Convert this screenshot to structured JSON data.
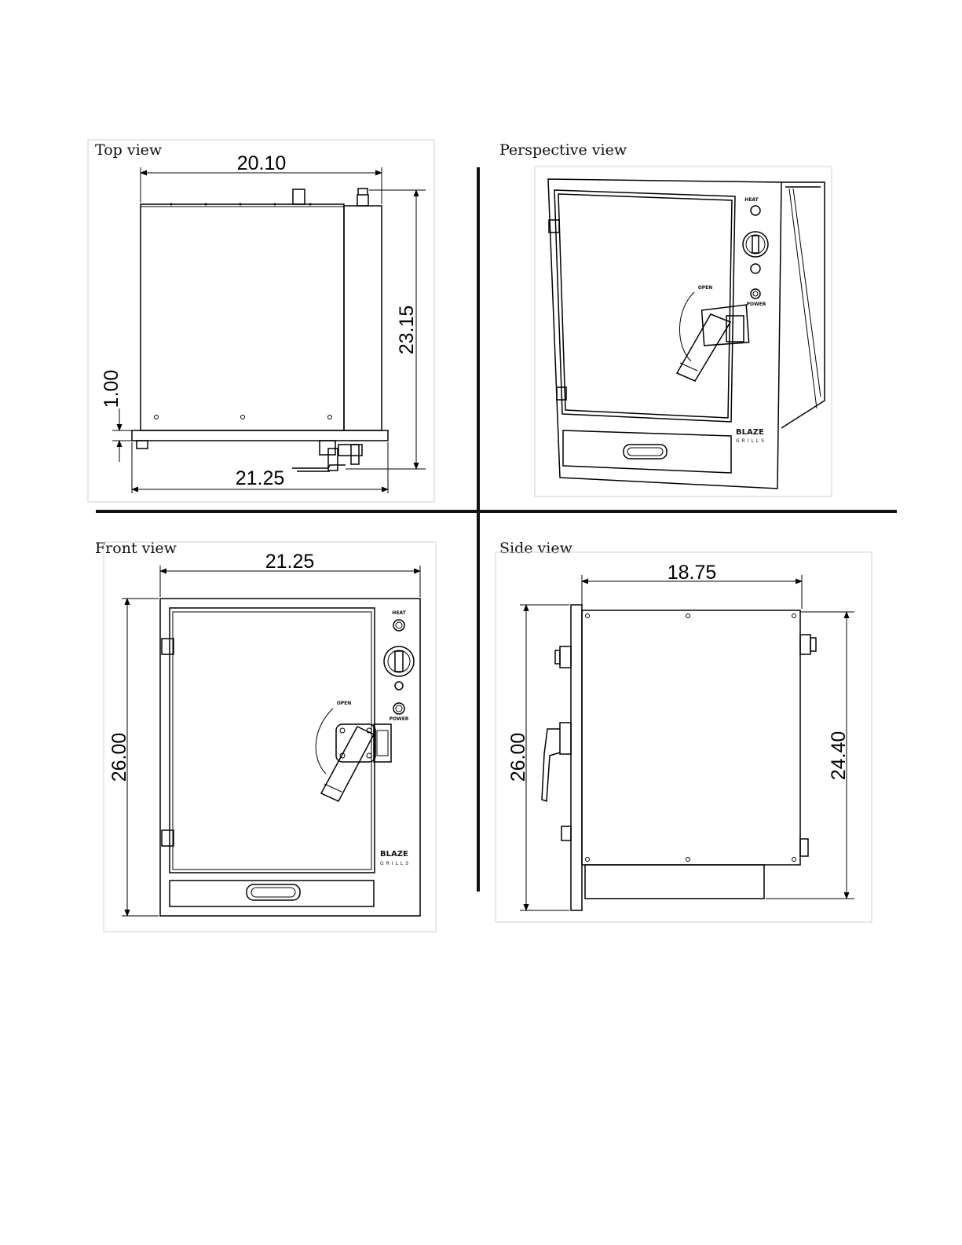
{
  "views": {
    "top": {
      "title": "Top view",
      "dims": {
        "width_top": "20.10",
        "width_bottom": "21.25",
        "height": "23.15",
        "lip": "1.00"
      }
    },
    "perspective": {
      "title": "Perspective view",
      "panel": {
        "heat": "HEAT",
        "power": "POWER",
        "open": "OPEN"
      },
      "brand": {
        "name": "BLAZE",
        "sub": "GRILLS"
      }
    },
    "front": {
      "title": "Front view",
      "dims": {
        "width": "21.25",
        "height": "26.00"
      },
      "panel": {
        "heat": "HEAT",
        "power": "POWER",
        "open": "OPEN"
      },
      "brand": {
        "name": "BLAZE",
        "sub": "GRILLS"
      }
    },
    "side": {
      "title": "Side view",
      "dims": {
        "depth": "18.75",
        "height_outer": "26.00",
        "height_inner": "24.40"
      }
    }
  }
}
